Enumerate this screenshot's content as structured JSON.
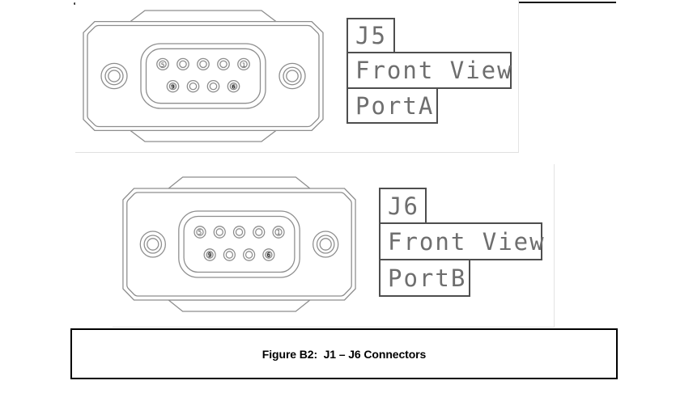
{
  "colors": {
    "background": "#ffffff",
    "drawing_line": "#8d8d8d",
    "label_border": "#4e4e4e",
    "label_text": "#6e6e6e",
    "caption_text": "#000000"
  },
  "connectors": [
    {
      "designator": "J5",
      "view": "Front View",
      "port": "PortA",
      "pin_labels": {
        "top_left": "5",
        "top_right": "1",
        "bottom_left": "9",
        "bottom_right": "6"
      }
    },
    {
      "designator": "J6",
      "view": "Front View",
      "port": "PortB",
      "pin_labels": {
        "top_left": "5",
        "top_right": "1",
        "bottom_left": "9",
        "bottom_right": "6"
      }
    }
  ],
  "caption": "Figure B2:  J1 – J6 Connectors"
}
